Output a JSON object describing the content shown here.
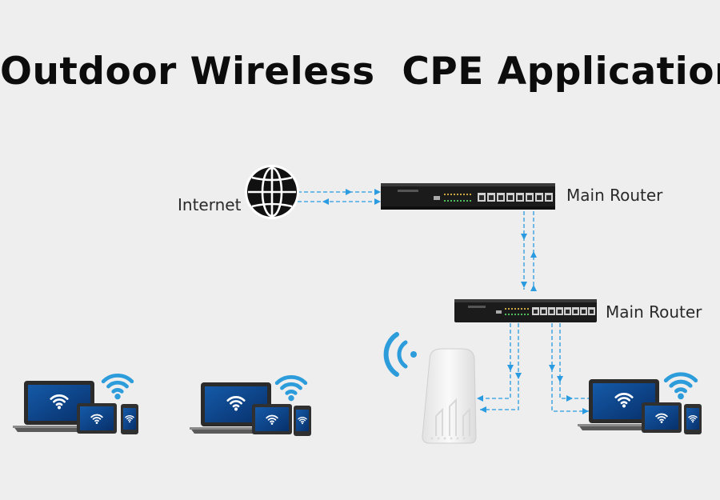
{
  "title": "Outdoor Wireless  CPE Application",
  "labels": {
    "internet": "Internet",
    "main_router_top": "Main Router",
    "main_router_bottom": "Main Router"
  },
  "icons": [
    "globe-icon",
    "router-icon",
    "wifi-icon",
    "laptop-icon",
    "tablet-icon",
    "phone-icon",
    "wireless-signal-icon",
    "cpe-device-icon"
  ],
  "colors": {
    "link": "#2a9be0",
    "wifi": "#2d9cdb",
    "device": "#2b2b2b",
    "screen": "#0b3f86"
  }
}
